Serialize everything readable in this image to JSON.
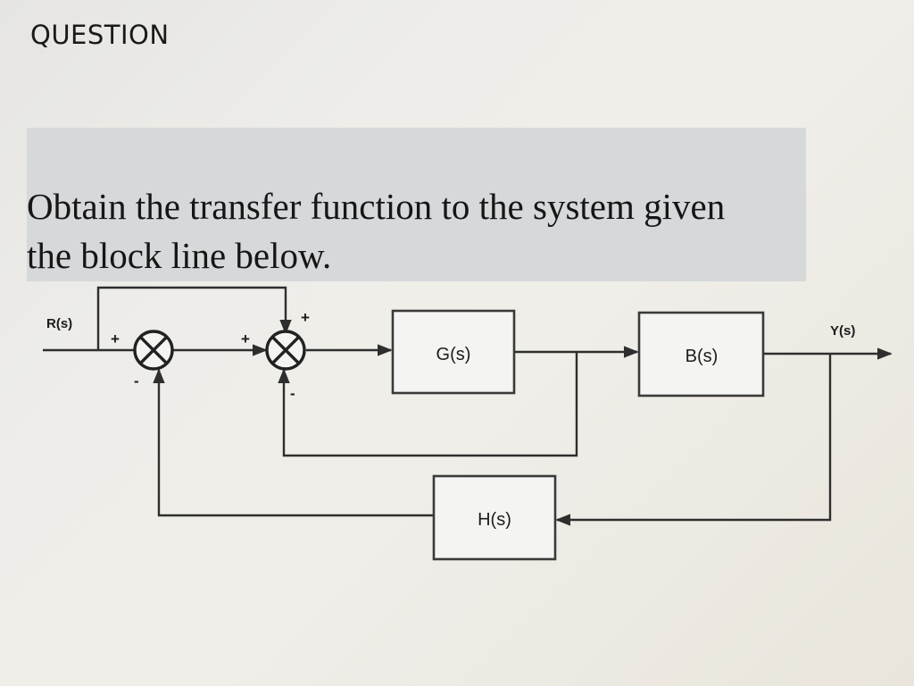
{
  "heading": "QUESTION",
  "question": {
    "line1": "Obtain the transfer function to the system given",
    "line2": "the block line below."
  },
  "diagram": {
    "input_label": "R(s)",
    "output_label": "Y(s)",
    "blocks": {
      "g": "G(s)",
      "b": "B(s)",
      "h": "H(s)"
    },
    "signs": {
      "sum1_left": "+",
      "sum1_bottom": "-",
      "sum2_left": "+",
      "sum2_top": "+",
      "sum2_bottom": "-"
    }
  }
}
